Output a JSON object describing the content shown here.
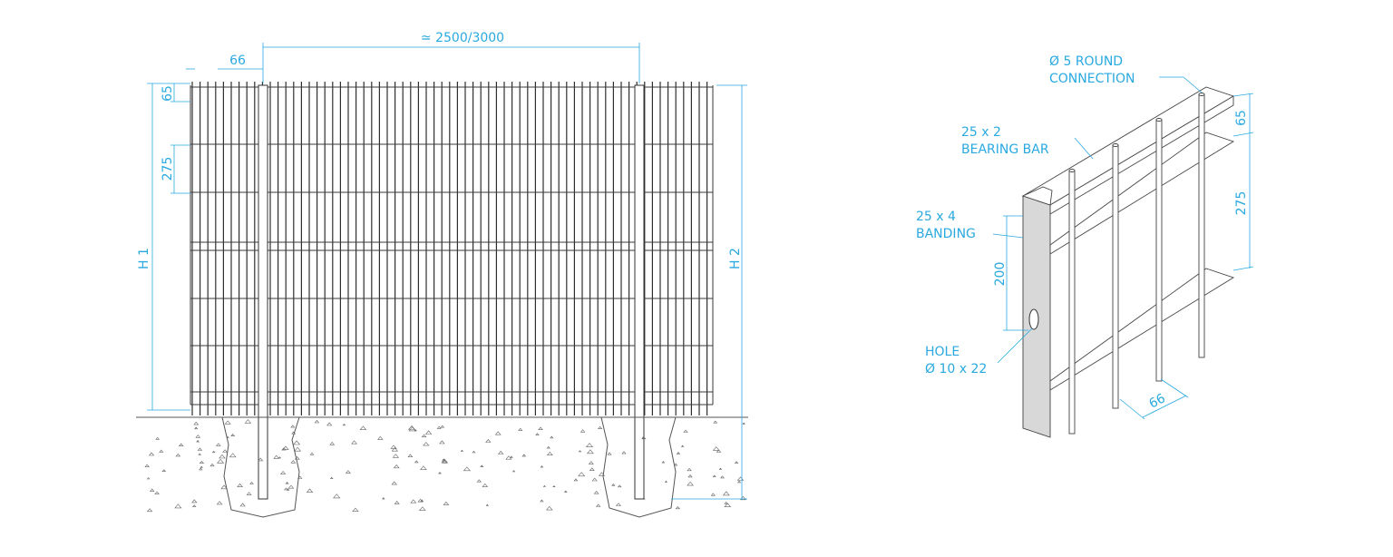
{
  "front_view": {
    "width_label": "≃ 2500/3000",
    "mesh_horizontal_label": "66",
    "top_gap_label": "65",
    "mesh_vertical_label": "275",
    "left_height_label": "H 1",
    "right_height_label": "H 2"
  },
  "iso_view": {
    "connection_label_line1": "Ø 5 ROUND",
    "connection_label_line2": "CONNECTION",
    "bearing_bar_line1": "25 x 2",
    "bearing_bar_line2": "BEARING BAR",
    "banding_line1": "25 x 4",
    "banding_line2": "BANDING",
    "hole_spacing_label": "200",
    "hole_line1": "HOLE",
    "hole_line2": "Ø 10 x 22",
    "top_gap_label": "65",
    "mesh_vertical_label": "275",
    "mesh_horizontal_label": "66"
  },
  "colors": {
    "dimension": "#29a9e0",
    "linework": "#333333",
    "banding_fill": "#d8d8d8"
  }
}
